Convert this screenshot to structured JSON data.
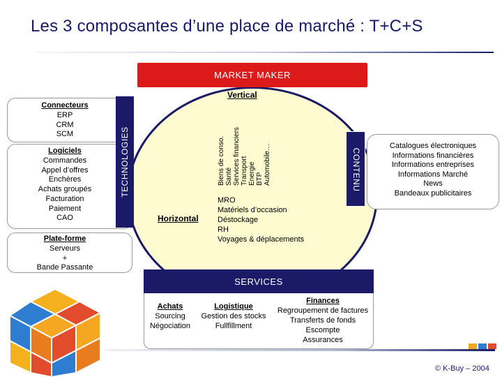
{
  "title": "Les 3 composantes d’une place de marché : T+C+S",
  "market_maker": "MARKET MAKER",
  "technologies": "TECHNOLOGIES",
  "contenu": "CONTENU",
  "services": "SERVICES",
  "vertical": {
    "label": "Vertical",
    "items": [
      "Biens de conso.",
      "Santé",
      "Services financiers",
      "Transport",
      "Energie",
      "BTP",
      "Automobile…"
    ]
  },
  "horizontal": {
    "label": "Horizontal",
    "items": [
      "MRO",
      "Matériels d’occasion",
      "Déstockage",
      "RH",
      "Voyages & déplacements"
    ]
  },
  "connecteurs": {
    "head": "Connecteurs",
    "items": [
      "ERP",
      "CRM",
      "SCM"
    ]
  },
  "logiciels": {
    "head": "Logiciels",
    "items": [
      "Commandes",
      "Appel d’offres",
      "Enchères",
      "Achats groupés",
      "Facturation",
      "Paiement",
      "CAO"
    ]
  },
  "plateforme": {
    "head": "Plate-forme",
    "items": [
      "Serveurs",
      "+",
      "Bande Passante"
    ]
  },
  "contenu_box": {
    "items": [
      "Catalogues électroniques",
      "Informations financières",
      "Informations entreprises",
      "Informations Marché",
      "News",
      "Bandeaux publicitaires"
    ]
  },
  "services_box": {
    "achats": {
      "head": "Achats",
      "items": [
        "Sourcing",
        "Négociation"
      ]
    },
    "logistique": {
      "head": "Logistique",
      "items": [
        "Gestion des stocks",
        "Fullfillment"
      ]
    },
    "finances": {
      "head": "Finances",
      "items": [
        "Regroupement de factures",
        "Transferts de fonds",
        "Escompte",
        "Assurances"
      ]
    }
  },
  "copyright": "© K-Buy – 2004",
  "colors": {
    "navy": "#1a1a66",
    "red": "#dd1a1a",
    "circle_fill": "#fefbd0",
    "accent": [
      "#f5a623",
      "#2e7dd1",
      "#e24b2b"
    ]
  }
}
